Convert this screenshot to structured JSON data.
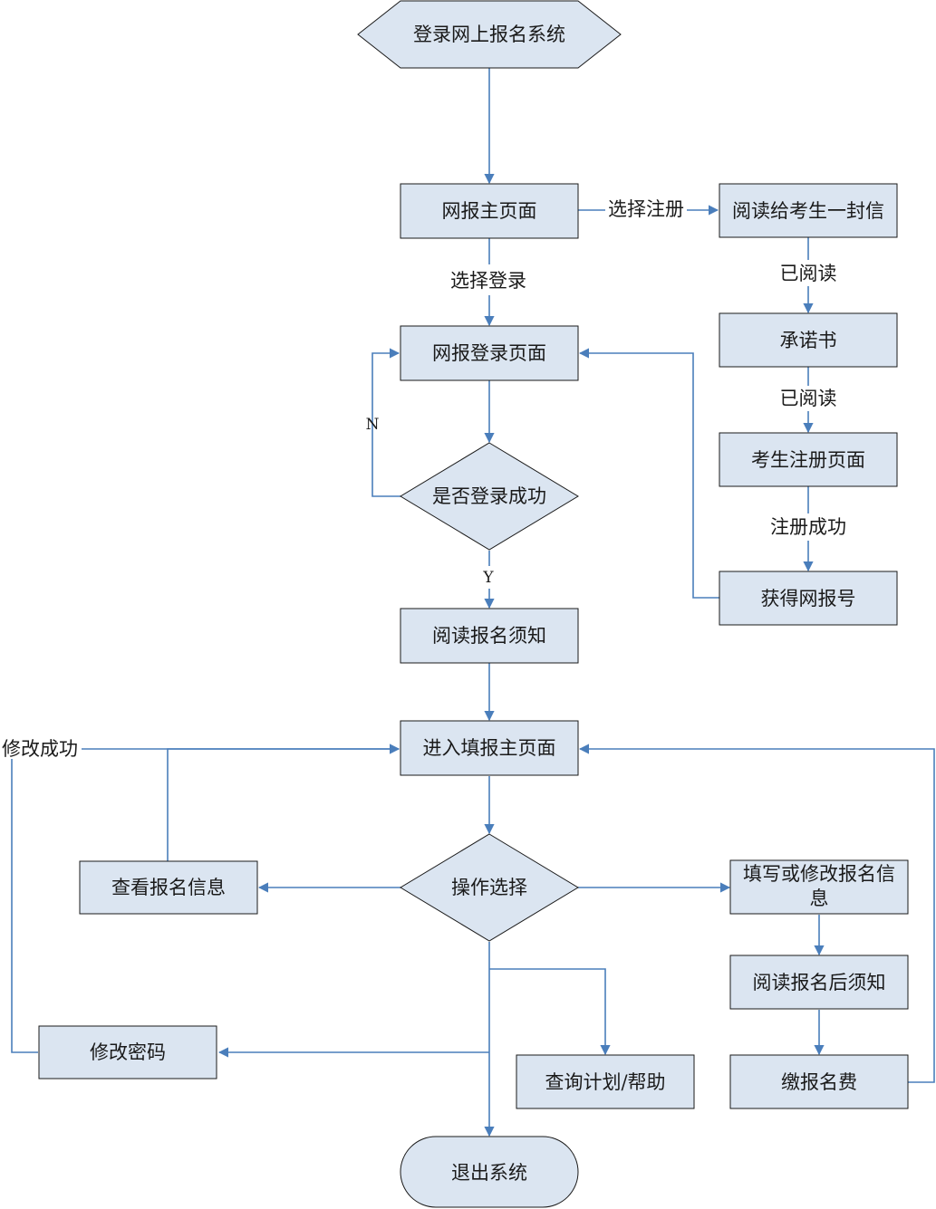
{
  "colors": {
    "box_fill": "#dbe5f1",
    "box_stroke": "#1a1a1a",
    "line": "#4a7ebb",
    "text": "#1a1a1a",
    "background": "#ffffff"
  },
  "nodes": {
    "start": "登录网上报名系统",
    "main_page": "网报主页面",
    "letter": "阅读给考生一封信",
    "pledge": "承诺书",
    "register_page": "考生注册页面",
    "get_number": "获得网报号",
    "login_page": "网报登录页面",
    "login_success": "是否登录成功",
    "read_notice": "阅读报名须知",
    "fill_main": "进入填报主页面",
    "operation": "操作选择",
    "view_info": "查看报名信息",
    "edit_info_line1": "填写或修改报名信",
    "edit_info_line2": "息",
    "read_after": "阅读报名后须知",
    "pay_fee": "缴报名费",
    "change_password": "修改密码",
    "query_help": "查询计划/帮助",
    "exit": "退出系统"
  },
  "edge_labels": {
    "select_register": "选择注册",
    "select_login": "选择登录",
    "read_1": "已阅读",
    "read_2": "已阅读",
    "register_success": "注册成功",
    "no": "N",
    "yes": "Y",
    "modify_success": "修改成功"
  }
}
